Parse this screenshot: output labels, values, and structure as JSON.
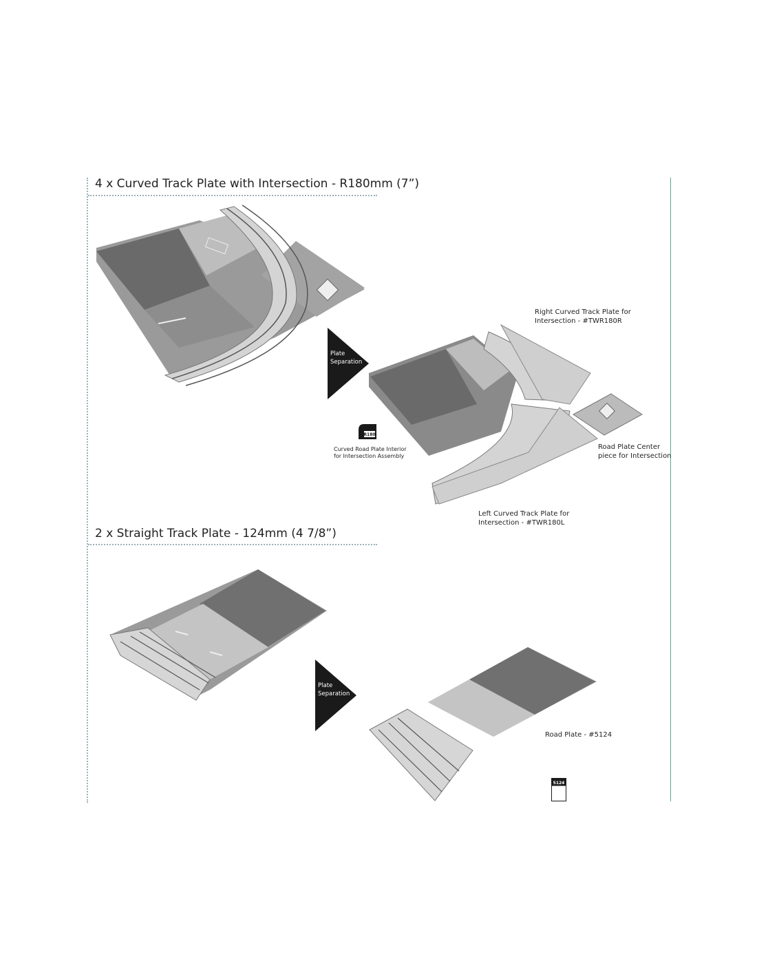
{
  "sections": {
    "curved": {
      "title": "4 x Curved Track Plate with Intersection - R180mm (7”)"
    },
    "straight": {
      "title": "2 x Straight Track Plate - 124mm (4 7/8”)"
    }
  },
  "arrows": {
    "curved": {
      "line1": "Plate",
      "line2": "Separation"
    },
    "straight": {
      "line1": "Plate",
      "line2": "Separation"
    }
  },
  "callouts": {
    "right_curved": {
      "line1": "Right Curved Track Plate for",
      "line2": "Intersection - #TWR180R"
    },
    "center_piece": {
      "line1": "Road Plate Center",
      "line2": "piece for Intersection"
    },
    "left_curved": {
      "line1": "Left Curved Track Plate for",
      "line2": "Intersection - #TWR180L"
    },
    "interior": {
      "line1": "Curved Road Plate Interior",
      "line2": "for Intersection Assembly"
    },
    "road_plate": {
      "text": "Road Plate - #5124"
    }
  },
  "badges": {
    "r180": {
      "text": "R180",
      "icon": "curved-plate-icon"
    },
    "p5124": {
      "text": "5124",
      "icon": "road-plate-icon"
    }
  },
  "colors": {
    "track": "#d2d2d2",
    "road": "#8c8c8c",
    "lot": "#6a6a6a",
    "arrow": "#1a1a1a",
    "rule": "#5aa98a"
  }
}
